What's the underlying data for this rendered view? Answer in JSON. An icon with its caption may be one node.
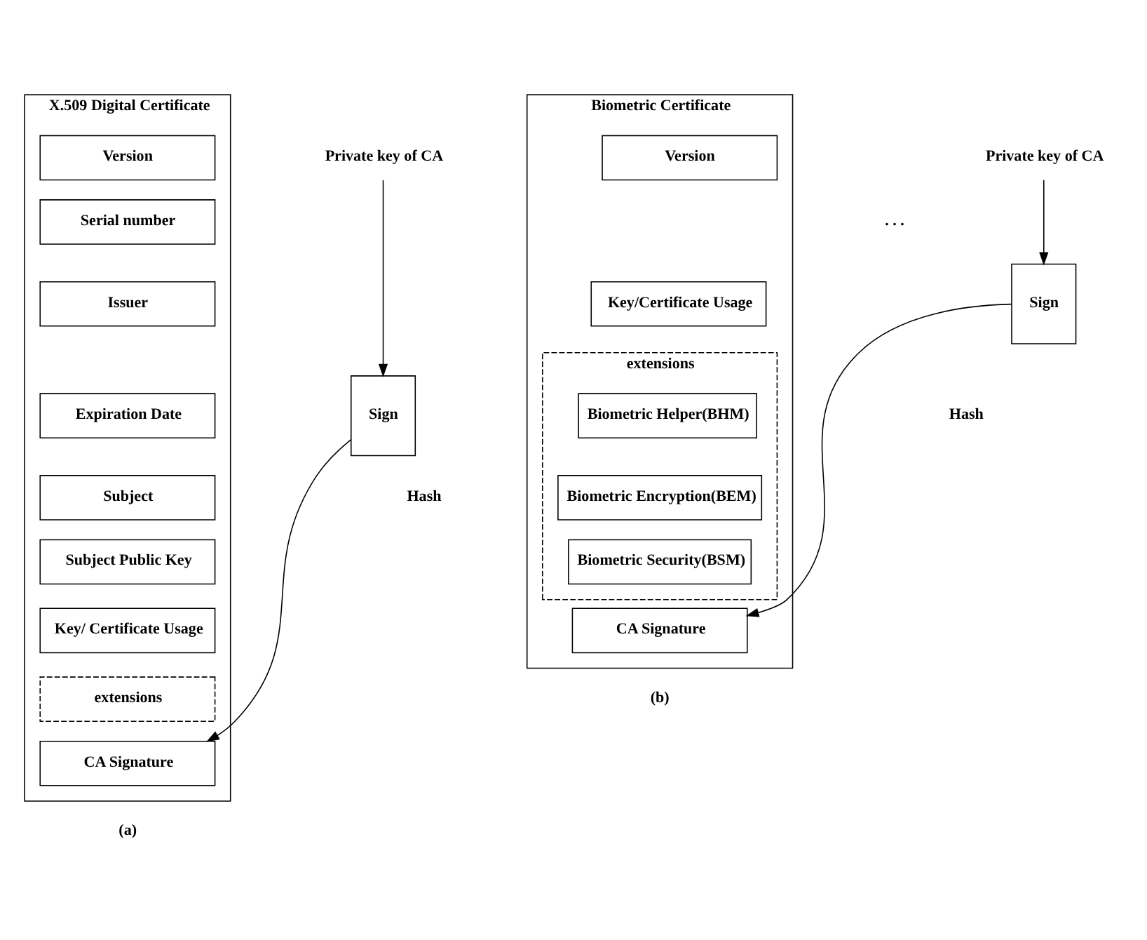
{
  "diagram": {
    "nodes": [
      {
        "text": [
          "X.509 Digital Certificate"
        ]
      },
      {
        "text": [
          "Version"
        ],
        "in": 0
      },
      {
        "text": [
          "Serial number"
        ],
        "in": 0
      },
      {
        "text": [
          "Issuer"
        ],
        "in": 0
      },
      {
        "text": [
          "Expiration Date"
        ],
        "in": 0
      },
      {
        "text": [
          "Subject"
        ],
        "in": 0
      },
      {
        "text": [
          "Subject Public Key"
        ],
        "in": 0
      },
      {
        "text": [
          "Key/ Certificate Usage"
        ],
        "in": 0
      },
      {
        "text": [
          "extensions"
        ],
        "in": 0
      },
      {
        "text": [
          "CA Signature"
        ],
        "in": 0
      },
      {
        "text": [
          "Private key of CA"
        ]
      },
      {
        "text": [
          "Sign"
        ]
      },
      {
        "text": [
          "Biometric Certificate"
        ]
      },
      {
        "text": [
          "Version"
        ],
        "in": 12
      },
      {
        "text": [
          "Key/Certificate Usage"
        ],
        "in": 12
      },
      {
        "text": [
          "extensions"
        ],
        "in": 12
      },
      {
        "text": [
          "Biometric Helper(BHM)"
        ],
        "in": 15
      },
      {
        "text": [
          "Biometric Encryption(BEM)"
        ],
        "in": 15
      },
      {
        "text": [
          "Biometric Security(BSM)"
        ],
        "in": 15
      },
      {
        "text": [
          "CA Signature"
        ],
        "in": 12
      },
      {
        "text": [
          "Private key of CA"
        ]
      },
      {
        "text": [
          "Sign"
        ]
      }
    ],
    "edges": [
      {
        "from": 10,
        "to": 11,
        "arrow": "to"
      },
      {
        "from": 11,
        "to": 9,
        "arrow": "to"
      },
      {
        "from": 20,
        "to": 21,
        "arrow": "to"
      },
      {
        "from": 21,
        "to": 19,
        "arrow": "to"
      }
    ],
    "labels": [
      "Hash",
      "(a)",
      ". . .",
      "Hash",
      "(b)"
    ]
  }
}
